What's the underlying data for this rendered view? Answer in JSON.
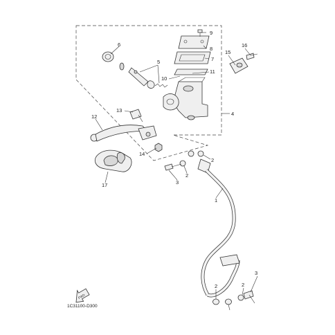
{
  "diagram": {
    "part_code": "1C31100-D300",
    "front_arrow_label": "FWD",
    "callouts": [
      "9",
      "8",
      "7",
      "6",
      "5",
      "11",
      "10",
      "15",
      "16",
      "4",
      "13",
      "12",
      "14",
      "2",
      "2",
      "3",
      "17",
      "1",
      "3",
      "2",
      "2"
    ]
  }
}
